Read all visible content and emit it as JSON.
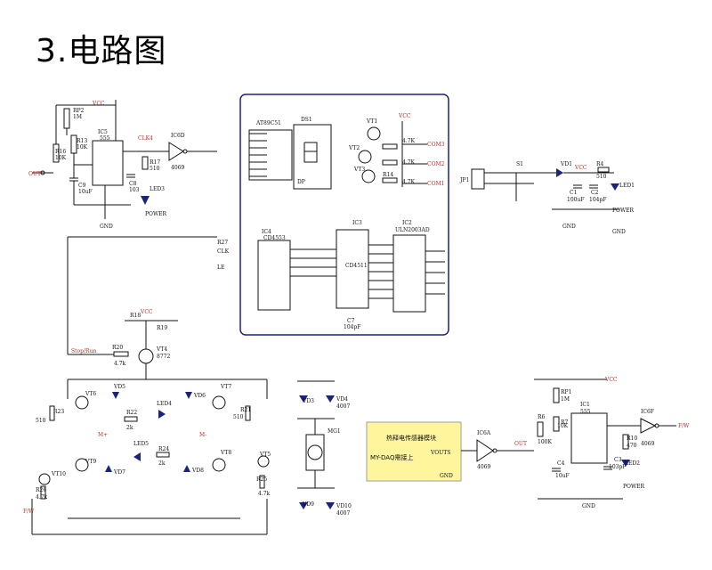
{
  "title": "3.电路图",
  "labels": {
    "out": "OUT",
    "vcc": "VCC",
    "gnd": "GND",
    "rp2": "RP2",
    "rp2_val": "1M",
    "r16": "R16",
    "r16_val": "10K",
    "r13": "R13",
    "r13_val": "10K",
    "ic5": "IC5",
    "ic5_type": "555",
    "c8": "C8",
    "c8_val": "103",
    "c9": "C9",
    "c9_val": "10uF",
    "clk4": "CLK4",
    "ic6d": "IC6D",
    "ic6d_type": "4069",
    "r17": "R17",
    "r17_val": "510",
    "led3": "LED3",
    "power": "POWER",
    "at89c2051": "AT89C51",
    "ds1": "DS1",
    "dp": "DP",
    "vt1": "VT1",
    "vt2": "VT2",
    "vt3": "VT3",
    "r14": "R14",
    "res_47k": "4.7K",
    "com1": "COM1",
    "com2": "COM2",
    "com3": "COM3",
    "ic4": "IC4",
    "ic4_type": "CD4553",
    "ic3": "IC3",
    "ic3_type": "CD4511",
    "ic2": "IC2",
    "ic2_type": "ULN2003AD",
    "r27": "R27",
    "clk": "CLK",
    "le": "LE",
    "c7": "C7",
    "c7_val": "104pF",
    "jp1": "JP1",
    "s1": "S1",
    "vd1": "VD1",
    "c1": "C1",
    "c1_val": "100uF",
    "c2": "C2",
    "c2_val": "104pF",
    "r4": "R4",
    "r4_val": "510",
    "led1": "LED1",
    "stop_run": "Stop/Run",
    "vt4": "VT4",
    "vt4_type": "8772",
    "r18": "R18",
    "r19": "R19",
    "r20": "R20",
    "r20_val": "4.7k",
    "vt6": "VT6",
    "vt7": "VT7",
    "vt8": "VT8",
    "vt9": "VT9",
    "vt10": "VT10",
    "vt5": "VT5",
    "vd5": "VD5",
    "vd6": "VD6",
    "vd7": "VD7",
    "vd8": "VD8",
    "led4": "LED4",
    "led5": "LED5",
    "r22": "R22",
    "r22_val": "2k",
    "r24": "R24",
    "r24_val": "2k",
    "r23": "R23",
    "r21": "R21",
    "r25": "R25",
    "r26": "R26",
    "r_510": "510",
    "r26_val": "4.7k",
    "r25_val": "4.7k",
    "fw": "F/W",
    "m_plus": "M+",
    "m_minus": "M-",
    "vd4": "VD4",
    "vd9": "VD9",
    "vd10": "VD10",
    "vd3": "VD3",
    "mg1": "MG1",
    "d4007": "4007",
    "sensor_title": "热释电传感器模块",
    "sensor_sub": "MY-DAQ需接上",
    "vouts": "VOUTS",
    "ic6a": "IC6A",
    "ic6a_type": "4069",
    "ic1": "IC1",
    "ic1_type": "555",
    "rp1": "RP1",
    "rp1_val": "1M",
    "r6": "R6",
    "r6_val": "100K",
    "r7": "R7",
    "r7_val": "10K",
    "c4": "C4",
    "c4_val": "10uF",
    "c3": "C3",
    "c3_val": "103pF",
    "r10": "R10",
    "r10_val": "470",
    "led2": "LED2",
    "ic6f": "IC6F",
    "ic6f_type": "4069",
    "fw_out": "F/W"
  }
}
